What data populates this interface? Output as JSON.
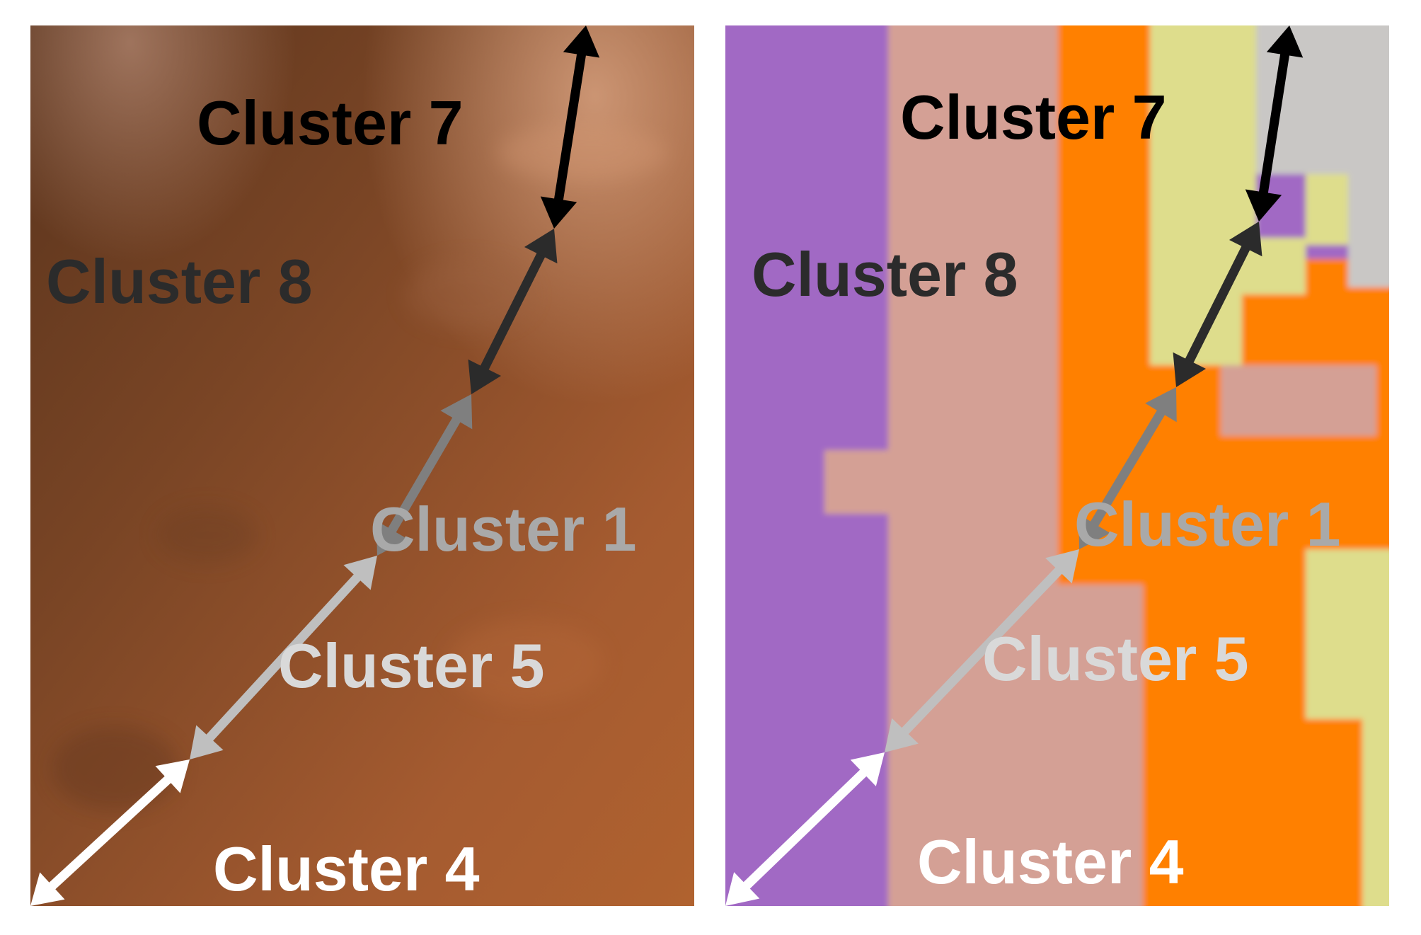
{
  "labels": {
    "cluster_7": "Cluster 7",
    "cluster_8": "Cluster 8",
    "cluster_1": "Cluster 1",
    "cluster_5": "Cluster 5",
    "cluster_4": "Cluster 4"
  },
  "colors": {
    "cluster_7": "#000000",
    "cluster_8": "#2b2b2b",
    "cluster_1": "#7f7f7f",
    "cluster_5": "#bfbfbf",
    "cluster_4": "#ffffff",
    "segmentation_purple": "#a169c4",
    "segmentation_pink": "#d4a095",
    "segmentation_orange": "#ff8000",
    "segmentation_yellow": "#dedd8c",
    "segmentation_gray": "#c9c7c5",
    "tissue_brown": "#8a4f2b"
  },
  "panels": [
    "left-photo-panel",
    "right-segmentation-panel"
  ]
}
